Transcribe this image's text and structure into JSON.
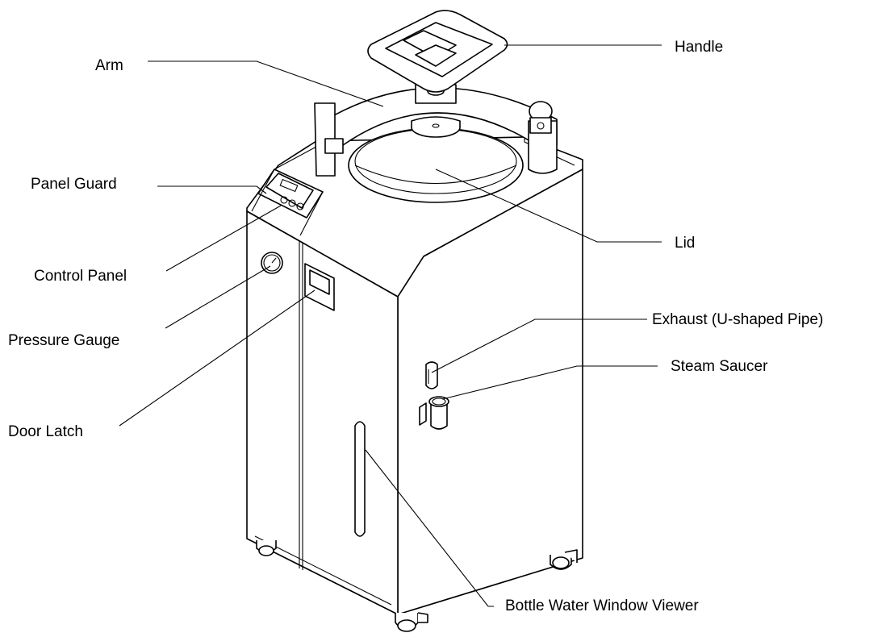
{
  "labels": {
    "handle": "Handle",
    "arm": "Arm",
    "panel_guard": "Panel Guard",
    "lid": "Lid",
    "control_panel": "Control Panel",
    "pressure_gauge": "Pressure Gauge",
    "exhaust": "Exhaust (U-shaped Pipe)",
    "steam_saucer": "Steam Saucer",
    "door_latch": "Door Latch",
    "bottle_window": "Bottle Water Window Viewer"
  }
}
